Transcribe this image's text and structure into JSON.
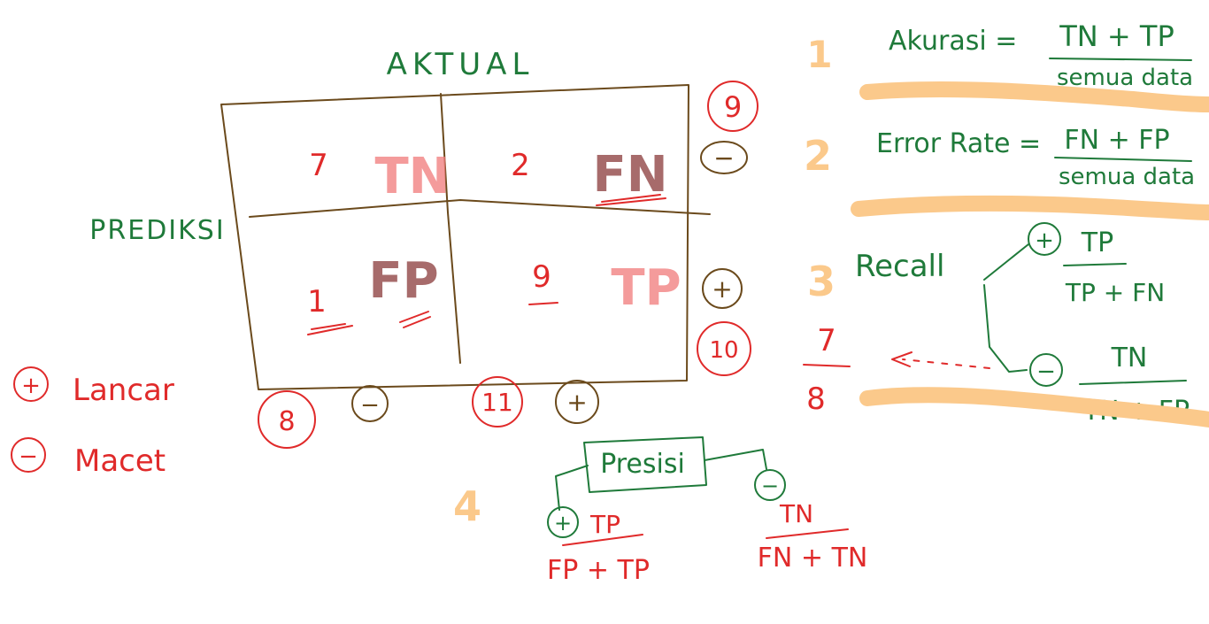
{
  "matrix": {
    "actual_label": "AKTUAL",
    "predicted_label": "PREDIKSI",
    "cells": {
      "tn": {
        "value": "7",
        "tag": "TN"
      },
      "fn": {
        "value": "2",
        "tag": "FN"
      },
      "fp": {
        "value": "1",
        "tag": "FP"
      },
      "tp": {
        "value": "9",
        "tag": "TP"
      }
    },
    "row_totals": [
      "9",
      "10"
    ],
    "row_signs": [
      "−",
      "+"
    ],
    "col_totals": [
      "8",
      "11"
    ],
    "col_signs": [
      "−",
      "+"
    ]
  },
  "legend": {
    "positive": {
      "sign": "+",
      "label": "Lancar"
    },
    "negative": {
      "sign": "−",
      "label": "Macet"
    }
  },
  "formulas": {
    "accuracy": {
      "number": "1",
      "label": "Akurasi =",
      "numerator": "TN + TP",
      "denominator": "semua data"
    },
    "error_rate": {
      "number": "2",
      "label": "Error Rate =",
      "numerator": "FN + FP",
      "denominator": "semua data"
    },
    "recall": {
      "number": "3",
      "label": "Recall",
      "positive": {
        "sign": "+",
        "numerator": "TP",
        "denominator": "TP + FN"
      },
      "negative": {
        "sign": "−",
        "numerator": "TN",
        "denominator": "TN + FP"
      },
      "example": {
        "numerator": "7",
        "denominator": "8"
      }
    },
    "precision": {
      "number": "4",
      "label": "Presisi",
      "positive": {
        "sign": "+",
        "numerator": "TP",
        "denominator": "FP + TP"
      },
      "negative": {
        "sign": "−",
        "numerator": "TN",
        "denominator": "FN + TN"
      }
    }
  }
}
